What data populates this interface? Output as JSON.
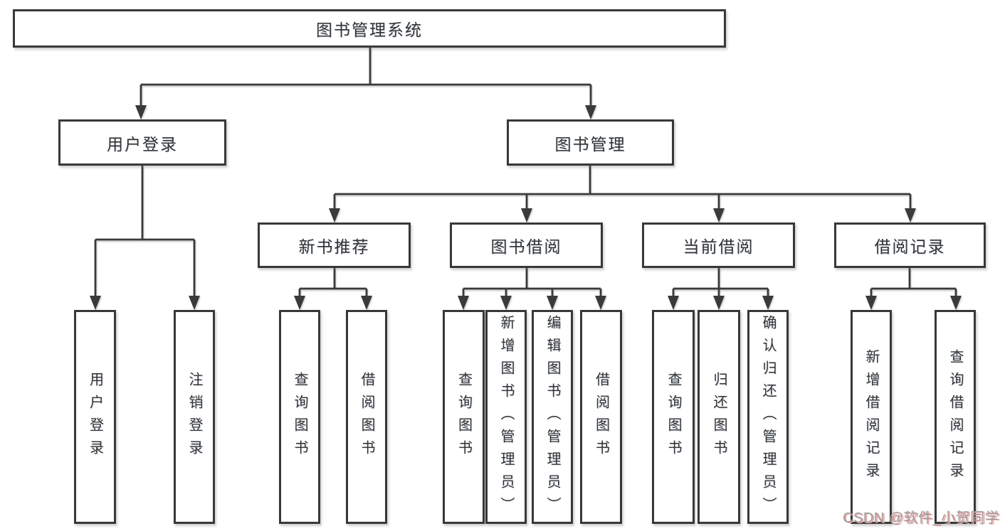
{
  "diagram": {
    "root": {
      "label": "图书管理系统"
    },
    "level2": [
      {
        "id": "user-login",
        "label": "用户登录"
      },
      {
        "id": "book-management",
        "label": "图书管理"
      }
    ],
    "level3": [
      {
        "id": "new-book-recommend",
        "label": "新书推荐"
      },
      {
        "id": "book-borrow",
        "label": "图书借阅"
      },
      {
        "id": "current-borrow",
        "label": "当前借阅"
      },
      {
        "id": "borrow-records",
        "label": "借阅记录"
      }
    ],
    "leaves": {
      "user_login": [
        "用户登录",
        "注销登录"
      ],
      "new_book_recommend": [
        "查询图书",
        "借阅图书"
      ],
      "book_borrow": [
        "查询图书",
        "新增图书（管理员）",
        "编辑图书（管理员）",
        "借阅图书"
      ],
      "current_borrow": [
        "查询图书",
        "归还图书",
        "确认归还（管理员）"
      ],
      "borrow_records": [
        "新增借阅记录",
        "查询借阅记录"
      ]
    }
  },
  "watermark": {
    "text": "CSDN @软件_小贺同学",
    "text_color": "#9c9c9c",
    "shadow_color": "#f2a2a2"
  },
  "colors": {
    "line": "#3a3a3a",
    "box_border": "#383838",
    "box_fill": "#ffffff",
    "text": "#333333",
    "background": "#ffffff"
  }
}
